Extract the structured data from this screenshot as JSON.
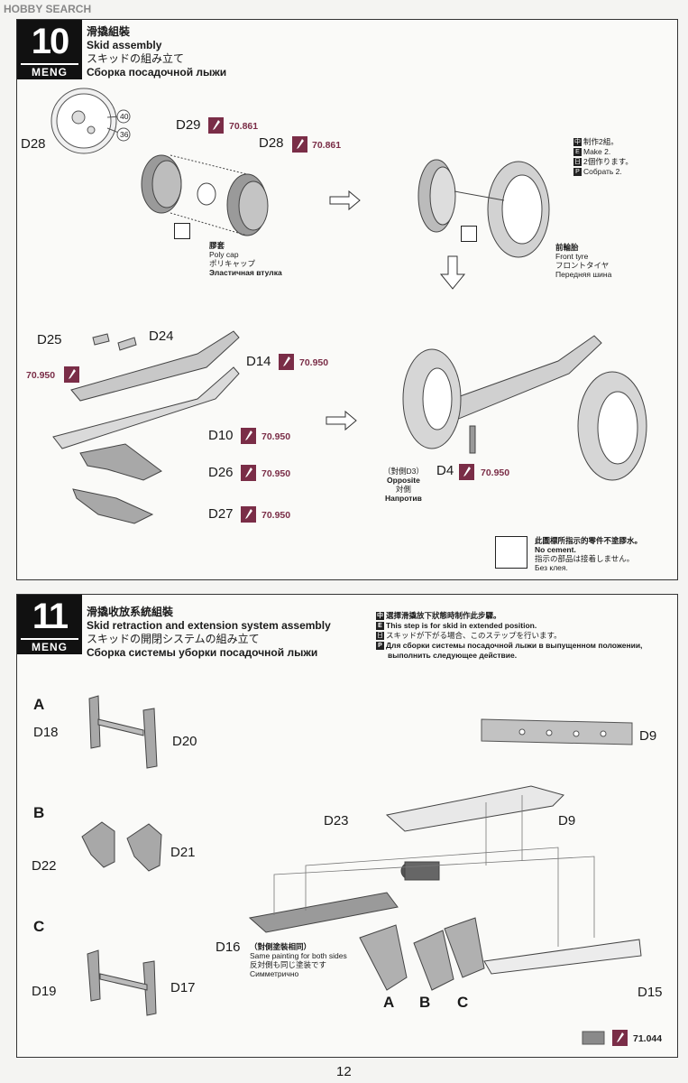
{
  "watermark": "HOBBY SEARCH",
  "page_number": "12",
  "brand": "MENG",
  "colors": {
    "paint": "#7a2d47",
    "ink": "#1a1a1a",
    "part_grey": "#8a8a8a"
  },
  "step10": {
    "number": "10",
    "title_zh": "滑撬組裝",
    "title_en": "Skid assembly",
    "title_jp": "スキッドの組み立て",
    "title_ru": "Сборка посадочной лыжи",
    "labels": {
      "d28_top": "D28",
      "d29": "D29",
      "d28": "D28",
      "d25": "D25",
      "d24": "D24",
      "d14": "D14",
      "d10": "D10",
      "d26": "D26",
      "d27": "D27",
      "d4": "D4",
      "n40": "40",
      "n36": "36"
    },
    "paint": {
      "d29": "70.861",
      "d28": "70.861",
      "d25": "70.950",
      "d14": "70.950",
      "d10": "70.950",
      "d26": "70.950",
      "d27": "70.950",
      "d4": "70.950"
    },
    "polycap": {
      "zh": "膠套",
      "en": "Poly cap",
      "jp": "ポリキャップ",
      "ru": "Эластичная втулка"
    },
    "make2": {
      "zh": "制作2組。",
      "en": "Make 2.",
      "jp": "2個作ります。",
      "ru": "Собрать 2."
    },
    "front_tyre": {
      "zh": "前輪胎",
      "en": "Front tyre",
      "jp": "フロントタイヤ",
      "ru": "Передняя шина"
    },
    "opposite": {
      "zh": "（對側D3）",
      "en": "Opposite",
      "jp": "対側",
      "ru": "Напротив"
    },
    "nocement": {
      "zh": "此圖標所指示的零件不塗膠水。",
      "en": "No cement.",
      "jp": "指示の部品は接着しません。",
      "ru": "Без клея."
    }
  },
  "step11": {
    "number": "11",
    "title_zh": "滑撬收放系統組裝",
    "title_en": "Skid retraction and extension system assembly",
    "title_jp": "スキッドの開閉システムの組み立て",
    "title_ru": "Сборка системы уборки посадочной лыжи",
    "note": {
      "zh": "選擇滑撬放下狀態時制作此步驟。",
      "en": "This step is for skid in extended position.",
      "jp": "スキッドが下がる場合、このステップを行います。",
      "ru1": "Для сборки системы посадочной лыжи в выпущенном положении,",
      "ru2": "выполнить следующее действие."
    },
    "sections": {
      "a": "A",
      "b": "B",
      "c": "C"
    },
    "labels": {
      "d18": "D18",
      "d20": "D20",
      "d22": "D22",
      "d21": "D21",
      "d19": "D19",
      "d17": "D17",
      "d9_top": "D9",
      "d9": "D9",
      "d23": "D23",
      "d16": "D16",
      "d15": "D15",
      "a": "A",
      "b": "B",
      "c": "C"
    },
    "d16_note": {
      "zh": "（對側塗裝相同）",
      "en": "Same painting for both sides",
      "jp": "反対側も同じ塗装です",
      "ru": "Симметрично"
    },
    "paint_code": "71.044"
  }
}
